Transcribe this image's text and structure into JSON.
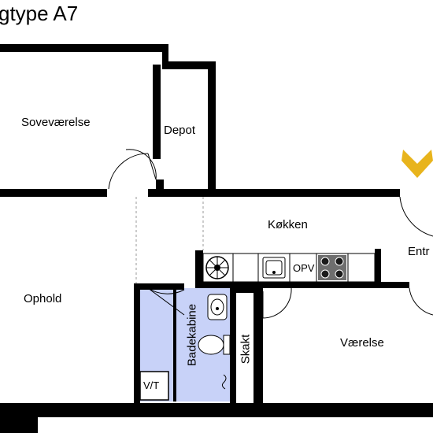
{
  "title": "gtype A7",
  "rooms": {
    "sovevaerelse": "Soveværelse",
    "depot": "Depot",
    "koekken": "Køkken",
    "entre": "Entr",
    "ophold": "Ophold",
    "badekabine": "Badekabine",
    "skakt": "Skakt",
    "vaerelse": "Værelse",
    "opv": "OPV",
    "vt": "V/T"
  },
  "colors": {
    "wall": "#000000",
    "bathroom_fill": "#c8d2f8",
    "entrance_marker": "#e8b41c",
    "fixture_grey": "#9a9a9a"
  },
  "icons": {
    "entrance_marker": "chevron-down-icon",
    "fan": "fan-icon",
    "sink": "sink-icon",
    "stove": "stove-icon",
    "toilet": "toilet-icon",
    "washbasin": "washbasin-icon"
  }
}
